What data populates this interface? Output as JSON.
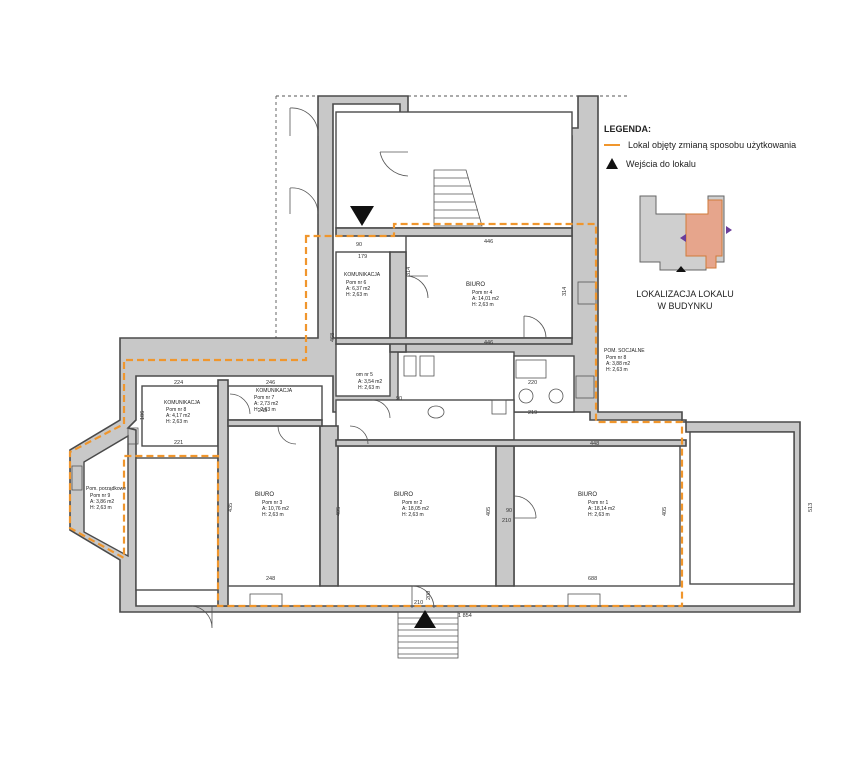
{
  "legend": {
    "title": "LEGENDA:",
    "line_label": "Lokal objęty zmianą sposobu użytkowania",
    "entry_label": "Wejścia do lokalu",
    "line_color": "#f0962d"
  },
  "location": {
    "label_line1": "LOKALIZACJA LOKALU",
    "label_line2": "W BUDYNKU"
  },
  "rooms": {
    "r1": {
      "name": "BIURO",
      "pom": "Pom nr 1",
      "area": "A: 18,14 m2",
      "height": "H: 2,63 m"
    },
    "r2": {
      "name": "BIURO",
      "pom": "Pom nr 2",
      "area": "A: 18,05 m2",
      "height": "H: 2,63 m"
    },
    "r3": {
      "name": "BIURO",
      "pom": "Pom nr 3",
      "area": "A: 10,76 m2",
      "height": "H: 2,63 m"
    },
    "r4": {
      "name": "BIURO",
      "pom": "Pom nr 4",
      "area": "A: 14,01 m2",
      "height": "H: 2,63 m"
    },
    "r5": {
      "name": "",
      "pom": "om nr 5",
      "area": "A: 3,54 m2",
      "height": "H: 2,63 m"
    },
    "r6": {
      "name": "KOMUNIKACJA",
      "pom": "Pom nr 6",
      "area": "A: 6,37 m2",
      "height": "H: 2,63 m"
    },
    "r7": {
      "name": "KOMUNIKACJA",
      "pom": "Pom nr 7",
      "area": "A: 2,73 m2",
      "height": "H: 2,63 m"
    },
    "r8": {
      "name": "KOMUNIKACJA",
      "pom": "Pom nr 8",
      "area": "A: 4,17 m2",
      "height": "H: 2,63 m"
    },
    "r9": {
      "name": "Pom. porządkowe",
      "pom": "Pom nr 9",
      "area": "A: 3,86 m2",
      "height": "H: 2,63 m"
    },
    "soc": {
      "name": "POM. SOCJALNE",
      "pom": "Pom nr 8",
      "area": "A: 3,88 m2",
      "height": "H: 2,63 m"
    }
  },
  "dims": {
    "d446_top": "446",
    "d446_mid": "446",
    "d314_l": "314",
    "d314_r": "314",
    "d468": "468",
    "d448": "448",
    "d513": "513",
    "d1854": "1 854",
    "d224": "224",
    "d221": "221",
    "d246": "246",
    "d245": "245",
    "d248": "248",
    "d688": "688",
    "d435": "435",
    "d405a": "405",
    "d405b": "405",
    "d405c": "405",
    "d186": "186",
    "d90a": "90",
    "d90b": "90",
    "d90c": "90",
    "d200": "200",
    "d210a": "210",
    "d210b": "210",
    "d179": "179",
    "d219": "219",
    "d220": "220"
  }
}
